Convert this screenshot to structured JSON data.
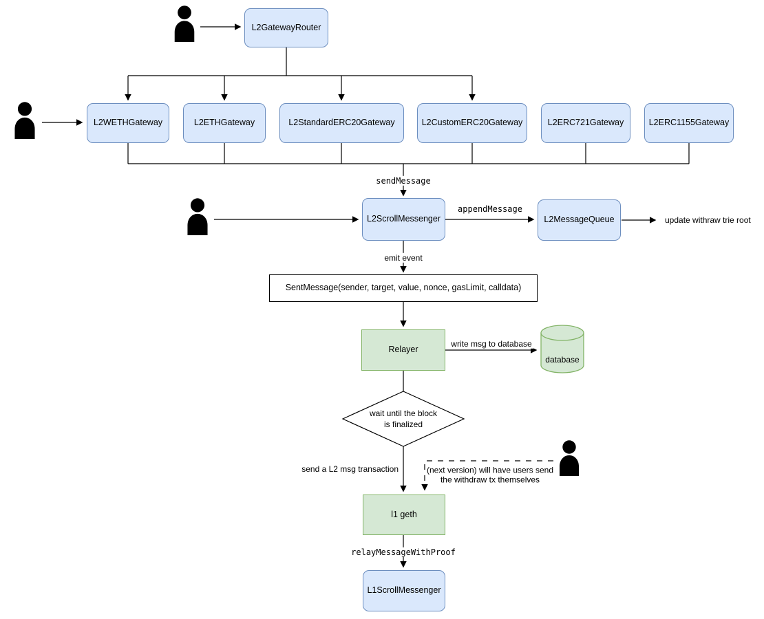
{
  "diagram": {
    "nodes": {
      "gateway_router": "L2GatewayRouter",
      "weth_gateway": "L2WETHGateway",
      "eth_gateway": "L2ETHGateway",
      "standard_erc20_gateway": "L2StandardERC20Gateway",
      "custom_erc20_gateway": "L2CustomERC20Gateway",
      "erc721_gateway": "L2ERC721Gateway",
      "erc1155_gateway": "L2ERC1155Gateway",
      "l2_scroll_messenger": "L2ScrollMessenger",
      "l2_message_queue": "L2MessageQueue",
      "sent_message_event": "SentMessage(sender, target, value, nonce, gasLimit, calldata)",
      "relayer": "Relayer",
      "database": "database",
      "finalize_check_line1": "wait until the block",
      "finalize_check_line2": "is finalized",
      "l1_geth": "l1 geth",
      "l1_scroll_messenger": "L1ScrollMessenger"
    },
    "edge_labels": {
      "send_message": "sendMessage",
      "append_message": "appendMessage",
      "update_root": "update withraw trie root",
      "emit_event": "emit event",
      "write_db": "write msg to database",
      "send_l2_tx": "send a L2 msg transaction",
      "next_version_line1": "(next version) will have users send",
      "next_version_line2": "the withdraw tx themselves",
      "relay_message": "relayMessageWithProof"
    },
    "colors": {
      "blue_fill": "#dae8fc",
      "blue_border": "#6c8ebf",
      "green_fill": "#d5e8d4",
      "green_border": "#82b366",
      "line": "#000000"
    }
  }
}
